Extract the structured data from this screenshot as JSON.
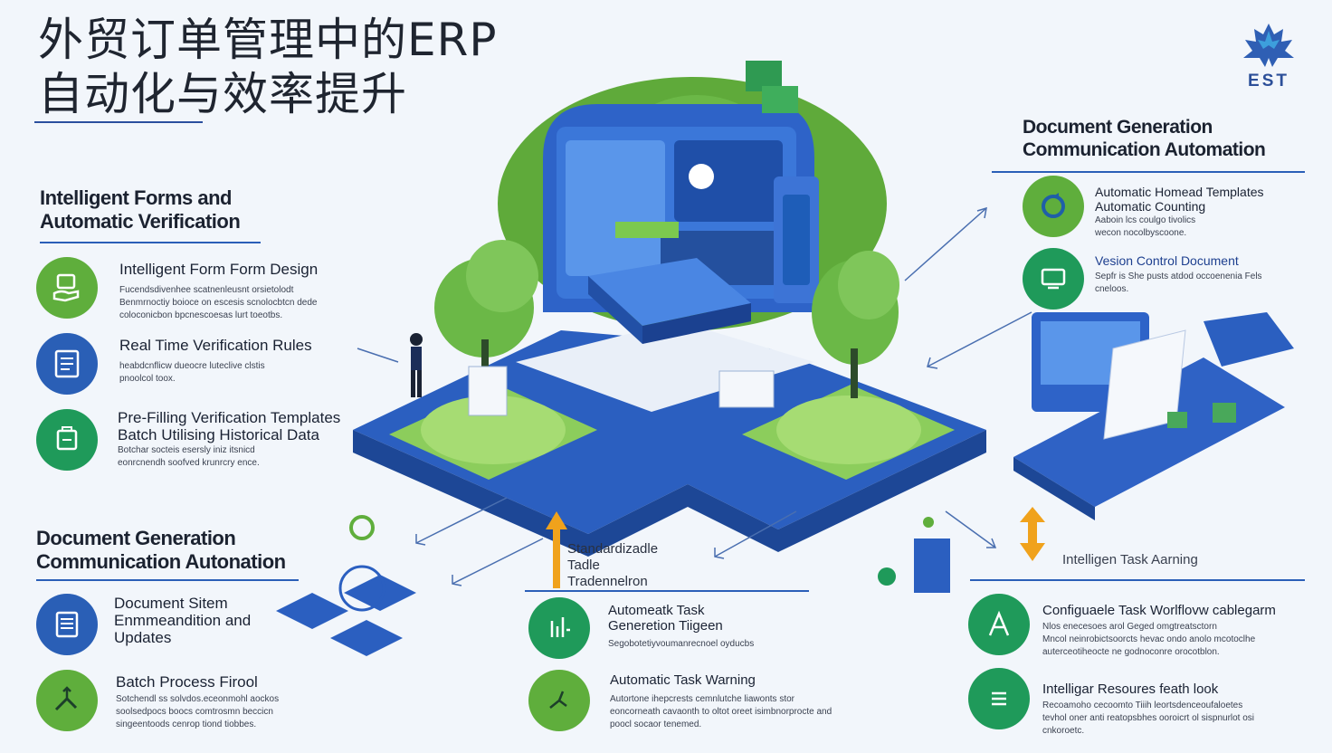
{
  "title": {
    "line1": "外贸订单管理中的ERP",
    "line2": "自动化与效率提升"
  },
  "logo": {
    "text": "EST",
    "icon": "maple-leaf-logo-icon"
  },
  "left_top": {
    "heading_line1": "Intelligent Forms and",
    "heading_line2": "Automatic Verification",
    "items": [
      {
        "title": "Intelligent Form Form Design",
        "desc1": "Fucendsdivenhee scatnenleusnt orsietolodt",
        "desc2": "Benmrnoctiy boioce on escesis scnolocbtcn dede",
        "desc3": "coloconicbon bpcnescoesas lurt toeotbs.",
        "icon": "hand-form-icon",
        "color": "#5fae3c"
      },
      {
        "title": "Real Time Verification Rules",
        "desc1": "heabdcnflicw dueocre luteclive clstis",
        "desc2": "pnoolcol toox.",
        "icon": "checklist-icon",
        "color": "#2a5fb6"
      },
      {
        "title": "Pre-Filling Verification Templates",
        "subtitle": "Batch Utilising Historical Data",
        "desc1": "Botchar socteis esersly iniz itsnicd",
        "desc2": "eonrcnendh soofved krunrcry ence.",
        "icon": "document-fill-icon",
        "color": "#1f9a5a"
      }
    ]
  },
  "left_bottom": {
    "heading_line1": "Document Generation",
    "heading_line2": "Communication Autonation",
    "items": [
      {
        "title_line1": "Document Sitem",
        "title_line2": "Enmmeandition and",
        "title_line3": "Updates",
        "icon": "document-list-icon",
        "color": "#2a5fb6"
      },
      {
        "title": "Batch Process Firool",
        "desc1": "Sotchendl ss solvdos.eceonmohl aockos",
        "desc2": "soolsedpocs boocs comtrosmn beccicn",
        "desc3": "singeentoods cenrop tiond tiobbes.",
        "icon": "plant-tool-icon",
        "color": "#5fae3c"
      }
    ]
  },
  "center_bottom": {
    "label_line1": "Standardizadle",
    "label_line2": "Tadle",
    "label_line3": "Tradennelron",
    "items": [
      {
        "title_line1": "Automeatk Task",
        "title_line2": "Generetion Tiigeen",
        "desc": "Segobotetiyvoumanrecnoel oyducbs",
        "icon": "task-trigger-icon",
        "color": "#1f9a5a"
      },
      {
        "title": "Automatic Task Warning",
        "desc1": "Autortone ihepcrests cemnlutche liawonts stor",
        "desc2": "eoncorneath cavaonth to oltot oreet isimbnorprocte and",
        "desc3": "poocl socaor tenemed.",
        "icon": "warning-plant-icon",
        "color": "#5fae3c"
      }
    ]
  },
  "right_top": {
    "heading_line1": "Document Generation",
    "heading_line2": "Communication Automation",
    "items": [
      {
        "title_line1": "Automatic Homead Templates",
        "title_line2": "Automatic Counting",
        "desc1": "Aaboin lcs coulgo tivolics",
        "desc2": "wecon nocolbyscoone.",
        "icon": "refresh-icon",
        "color": "#5fae3c"
      },
      {
        "title": "Vesion Control Document",
        "desc1": "Sepfr is She pusts atdod occoenenia Fels",
        "desc2": "cneloos.",
        "icon": "monitor-icon",
        "color": "#1f9a5a"
      }
    ]
  },
  "right_bottom": {
    "label": "Intelligen Task Aarning",
    "items": [
      {
        "title": "Configuaele Task Worlflovw cablegarm",
        "desc1": "Nlos enecesoes arol Geged omgtreatsctorn",
        "desc2": "Mncol neinrobictsoorcts hevac ondo anolo mcotoclhe",
        "desc3": "auterceotiheocte ne godnoconre orocotblon.",
        "icon": "letter-a-icon",
        "color": "#1f9a5a"
      },
      {
        "title": "Intelligar Resoures feath look",
        "desc1": "Recoamoho cecoomto Tiiih leortsdenceoufaloetes",
        "desc2": "tevhol oner anti reatopsbhes ooroicrt ol sispnurlot osi",
        "desc3": "cnkoroetc.",
        "icon": "list-lines-icon",
        "color": "#1f9a5a"
      }
    ]
  }
}
